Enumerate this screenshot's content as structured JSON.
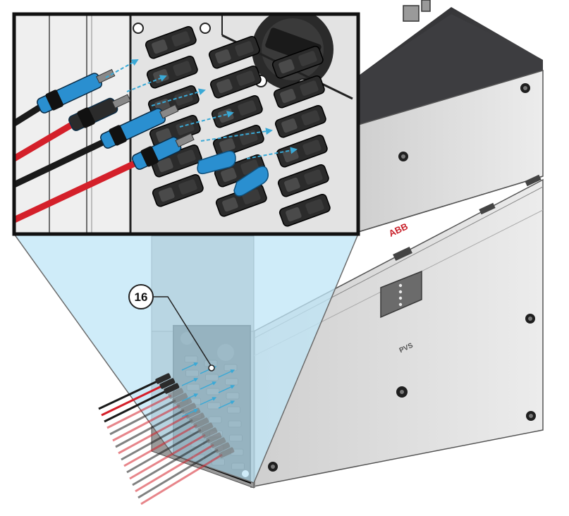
{
  "figure": {
    "callout_number": "16",
    "brand_logo_text": "ABB",
    "model_label": "PVS"
  },
  "colors": {
    "inverter_top": "#3a3a3c",
    "inverter_face": "#d9d9d9",
    "inverter_side": "#e6e6e6",
    "magnifier_fill": "#bfe6f7",
    "arrow_blue": "#3aa9d6",
    "connector_blue": "#2a8fd0",
    "cable_red": "#d4202a",
    "cable_black": "#1a1a1a",
    "connector_dark": "#2b2b2b"
  },
  "icons": {
    "arrow": "arrow-right-icon",
    "mounting_hole": "circle-hole-icon"
  }
}
